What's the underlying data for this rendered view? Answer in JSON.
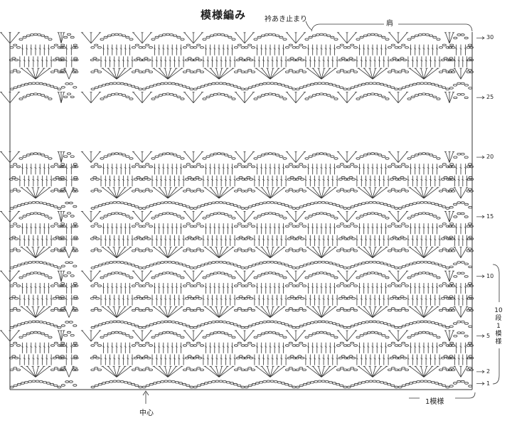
{
  "title": "模様編み",
  "collar_label": "衿あき止まり",
  "shoulder_label": "肩",
  "center_label": "中心",
  "pattern_repeat_label": "1模様",
  "row_repeat_label": "10段1模様",
  "row_numbers": [
    {
      "row": 1,
      "text": "1"
    },
    {
      "row": 2,
      "text": "2"
    },
    {
      "row": 5,
      "text": "5"
    },
    {
      "row": 10,
      "text": "10"
    },
    {
      "row": 15,
      "text": "15"
    },
    {
      "row": 20,
      "text": "20"
    },
    {
      "row": 25,
      "text": "25"
    },
    {
      "row": 30,
      "text": "30"
    }
  ],
  "colors": {
    "ink": "#333333",
    "background": "#ffffff"
  }
}
